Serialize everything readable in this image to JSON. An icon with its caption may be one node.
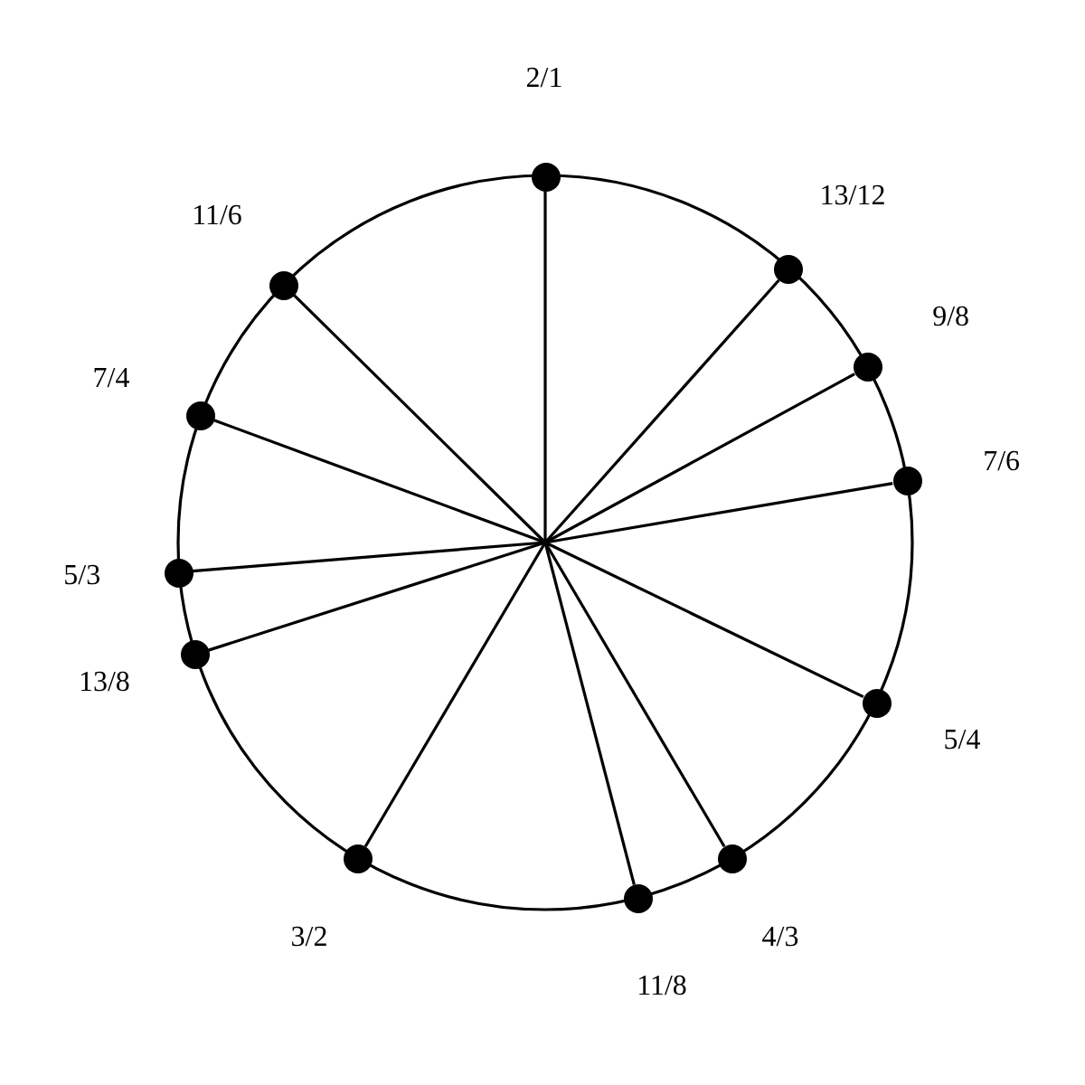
{
  "diagram": {
    "nodes": [
      {
        "text": [],
        "shape": "circle",
        "beside": [
          "2/1"
        ]
      },
      {
        "text": [],
        "shape": "circle",
        "beside": [
          "13/12"
        ]
      },
      {
        "text": [],
        "shape": "circle",
        "beside": [
          "9/8"
        ]
      },
      {
        "text": [],
        "shape": "circle",
        "beside": [
          "7/6"
        ]
      },
      {
        "text": [],
        "shape": "circle",
        "beside": [
          "5/4"
        ]
      },
      {
        "text": [],
        "shape": "circle",
        "beside": [
          "4/3"
        ]
      },
      {
        "text": [],
        "shape": "circle",
        "beside": [
          "11/8"
        ]
      },
      {
        "text": [],
        "shape": "circle",
        "beside": [
          "3/2"
        ]
      },
      {
        "text": [],
        "shape": "circle",
        "beside": [
          "13/8"
        ]
      },
      {
        "text": [],
        "shape": "circle",
        "beside": [
          "5/3"
        ]
      },
      {
        "text": [],
        "shape": "circle",
        "beside": [
          "7/4"
        ]
      },
      {
        "text": [],
        "shape": "circle",
        "beside": [
          "11/6"
        ]
      }
    ],
    "edges": [
      {
        "from": null,
        "to": 0,
        "arrow": "none"
      },
      {
        "from": null,
        "to": 1,
        "arrow": "none"
      },
      {
        "from": null,
        "to": 2,
        "arrow": "none"
      },
      {
        "from": null,
        "to": 3,
        "arrow": "none"
      },
      {
        "from": null,
        "to": 4,
        "arrow": "none"
      },
      {
        "from": null,
        "to": 5,
        "arrow": "none"
      },
      {
        "from": null,
        "to": 6,
        "arrow": "none"
      },
      {
        "from": null,
        "to": 7,
        "arrow": "none"
      },
      {
        "from": null,
        "to": 8,
        "arrow": "none"
      },
      {
        "from": null,
        "to": 9,
        "arrow": "none"
      },
      {
        "from": null,
        "to": 10,
        "arrow": "none"
      },
      {
        "from": null,
        "to": 11,
        "arrow": "none"
      }
    ]
  }
}
